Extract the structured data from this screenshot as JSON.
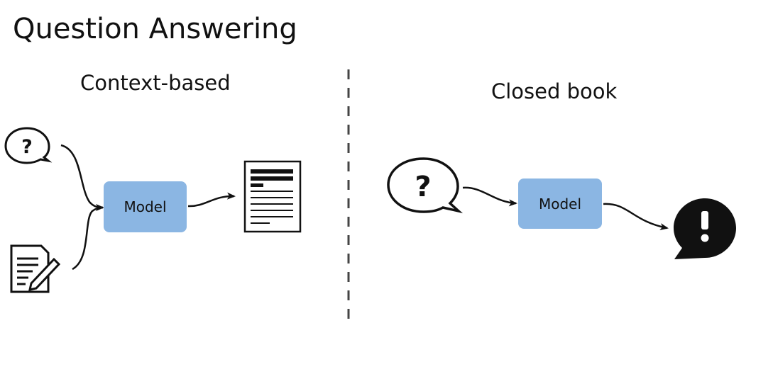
{
  "title": "Question Answering",
  "sections": {
    "context_based": {
      "label": "Context-based",
      "model_label": "Model"
    },
    "closed_book": {
      "label": "Closed book",
      "model_label": "Model"
    }
  },
  "icons": {
    "question": "question-bubble-icon",
    "document": "document-edit-icon",
    "output_doc": "text-document-icon",
    "answer": "exclamation-bubble-icon"
  }
}
